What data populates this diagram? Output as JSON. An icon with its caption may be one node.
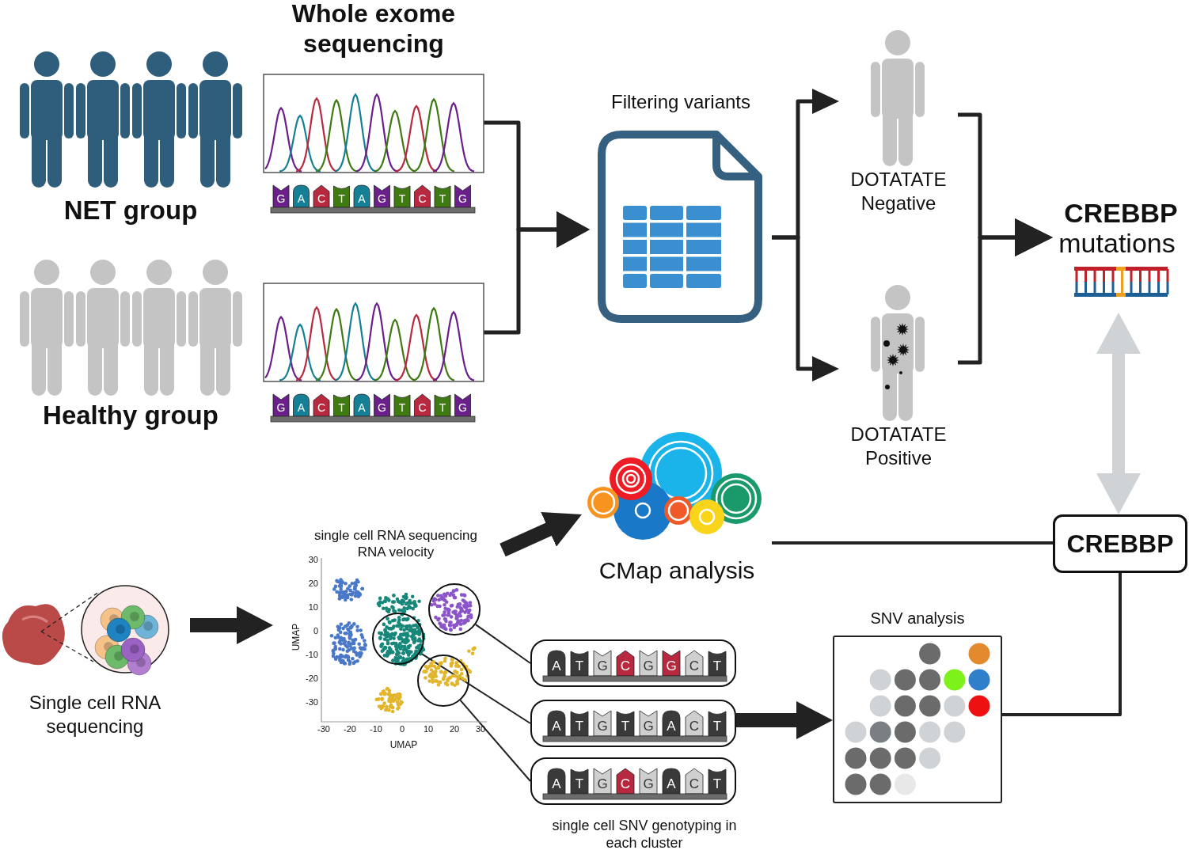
{
  "diagram": {
    "nodes": [
      {
        "text": [
          "NET group"
        ]
      },
      {
        "text": [
          "Healthy group"
        ]
      },
      {
        "text": [
          "Whole exome sequencing"
        ],
        "beside": [
          "G",
          "A",
          "C",
          "T",
          "A",
          "G",
          "T",
          "C",
          "T",
          "G"
        ]
      },
      {
        "text": [],
        "shape": "picture",
        "beside": [
          "G",
          "A",
          "C",
          "T",
          "A",
          "G",
          "T",
          "C",
          "T",
          "G"
        ]
      },
      {
        "text": [
          "Filtering variants"
        ]
      },
      {
        "text": [
          "DOTATATE Negative"
        ]
      },
      {
        "text": [
          "DOTATATE Positive"
        ]
      },
      {
        "text": [
          "CREBBP",
          "mutations"
        ]
      },
      {
        "text": [
          "CREBBP"
        ]
      },
      {
        "text": [
          "CMap analysis"
        ]
      },
      {
        "text": [
          "Single cell RNA sequencing"
        ]
      },
      {
        "text": [
          "single cell RNA sequencing RNA velocity"
        ]
      },
      {
        "text": [],
        "shape": "circle",
        "in": 11
      },
      {
        "text": [],
        "shape": "circle",
        "in": 11
      },
      {
        "text": [],
        "shape": "circle",
        "in": 11
      },
      {
        "text": [
          "A",
          "T",
          "G",
          "C",
          "G",
          "G",
          "C",
          "T"
        ]
      },
      {
        "text": [
          "A",
          "T",
          "G",
          "T",
          "G",
          "A",
          "C",
          "T"
        ]
      },
      {
        "text": [
          "A",
          "T",
          "G",
          "C",
          "G",
          "A",
          "C",
          "T"
        ]
      },
      {
        "text": [
          "SNV analysis"
        ]
      }
    ],
    "edges": [
      {
        "from": 2,
        "to": 4,
        "arrow": "to"
      },
      {
        "from": 3,
        "to": 4,
        "arrow": "to"
      },
      {
        "from": 4,
        "to": 5,
        "arrow": "to"
      },
      {
        "from": 4,
        "to": 6,
        "arrow": "to"
      },
      {
        "from": 5,
        "to": 7,
        "arrow": "to"
      },
      {
        "from": 6,
        "to": 7,
        "arrow": "to"
      },
      {
        "from": 7,
        "to": 8,
        "arrow": "both",
        "style": "thick",
        "color": "#d0d3d6"
      },
      {
        "from": 9,
        "to": 8,
        "arrow": "none"
      },
      {
        "from": 18,
        "to": 8,
        "arrow": "none"
      },
      {
        "from": 10,
        "to": 11,
        "arrow": "to",
        "style": "thick"
      },
      {
        "from": 11,
        "to": 9,
        "arrow": "to",
        "style": "thick"
      },
      {
        "from": 12,
        "to": 15,
        "arrow": "none"
      },
      {
        "from": 13,
        "to": 16,
        "arrow": "none"
      },
      {
        "from": 14,
        "to": 17,
        "arrow": "none"
      },
      {
        "from": 16,
        "to": 18,
        "arrow": "to",
        "style": "thick"
      }
    ],
    "labels": [
      "30",
      "20",
      "10",
      "0",
      "-10",
      "-20",
      "-30",
      "UMAP",
      "-30",
      "-20",
      "-10",
      "0",
      "10",
      "20",
      "30",
      "UMAP",
      "single cell SNV genotyping in each cluster"
    ]
  }
}
